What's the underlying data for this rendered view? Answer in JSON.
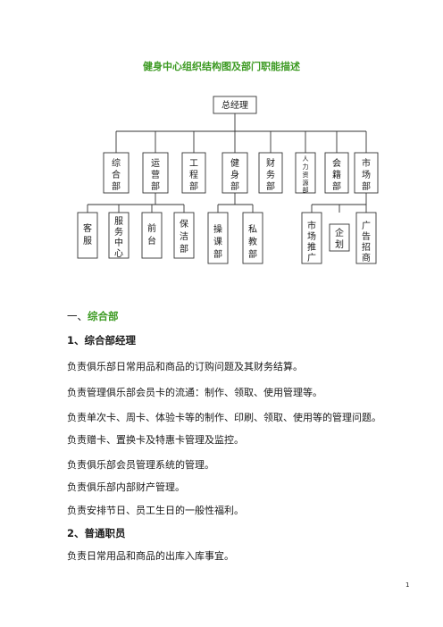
{
  "title": "健身中心组织结构图及部门职能描述",
  "org_chart": {
    "top": "总经理",
    "departments": [
      "综合部",
      "运营部",
      "工程部",
      "健身部",
      "财务部",
      "人力资源部",
      "会籍部",
      "市场部"
    ],
    "sub_units": {
      "operations": [
        "客服",
        "服务中心",
        "前台",
        "保洁部"
      ],
      "fitness": [
        "操课部",
        "私教部"
      ],
      "marketing": [
        "市场推广",
        "企划",
        "广告招商"
      ]
    }
  },
  "section": {
    "number": "一、",
    "name": "综合部"
  },
  "subsections": [
    {
      "heading": "1、综合部经理",
      "lines": [
        "负责俱乐部日常用品和商品的订购问题及其财务结算。",
        "负责管理俱乐部会员卡的流通：制作、领取、使用管理等。",
        "负责单次卡、周卡、体验卡等的制作、印刷、领取、使用等的管理问题。",
        "负责赠卡、置换卡及特惠卡管理及监控。",
        "负责俱乐部会员管理系统的管理。",
        "负责俱乐部内部财产管理。",
        "负责安排节日、员工生日的一般性福利。"
      ]
    },
    {
      "heading": "2、普通职员",
      "lines": [
        "负责日常用品和商品的出库入库事宜。"
      ]
    }
  ],
  "page_number": "1"
}
